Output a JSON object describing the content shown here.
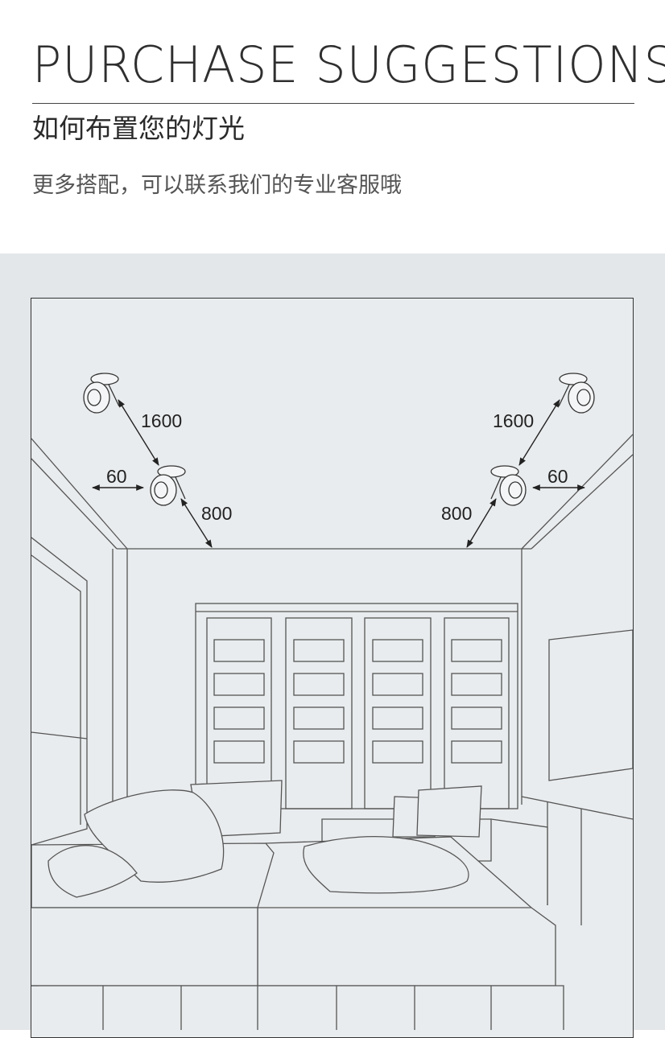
{
  "header": {
    "title": "PURCHASE SUGGESTIONS",
    "subtitle": "如何布置您的灯光",
    "description": "更多搭配，可以联系我们的专业客服哦"
  },
  "illustration": {
    "labels": {
      "left_spacing": "1600",
      "left_wall_offset": "60",
      "left_ceiling_offset": "800",
      "right_spacing": "1600",
      "right_wall_offset": "60",
      "right_ceiling_offset": "800"
    }
  },
  "colors": {
    "panel_background": "#e3e7ea",
    "line": "#333333"
  }
}
